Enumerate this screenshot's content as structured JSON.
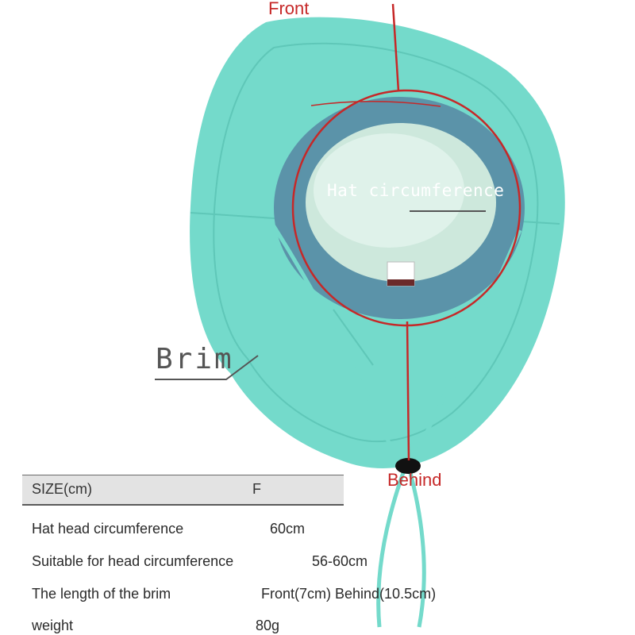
{
  "labels": {
    "front": "Front",
    "behind": "Behind",
    "hat_circumference": "Hat circumference",
    "brim": "Brim"
  },
  "size_table": {
    "header_key": "SIZE(cm)",
    "header_value": "F",
    "rows": [
      {
        "key": "Hat head circumference",
        "value": "60cm"
      },
      {
        "key": "Suitable for head circumference",
        "value": "56-60cm"
      },
      {
        "key": "The length of the brim",
        "value": "Front(7cm) Behind(10.5cm)"
      },
      {
        "key": "weight",
        "value": "80g"
      }
    ]
  },
  "colors": {
    "brim": "#74dacb",
    "brim_shade": "#5fc7b8",
    "band": "#5b93a9",
    "lining": "#cde8dc",
    "measure_line": "#c62828"
  }
}
